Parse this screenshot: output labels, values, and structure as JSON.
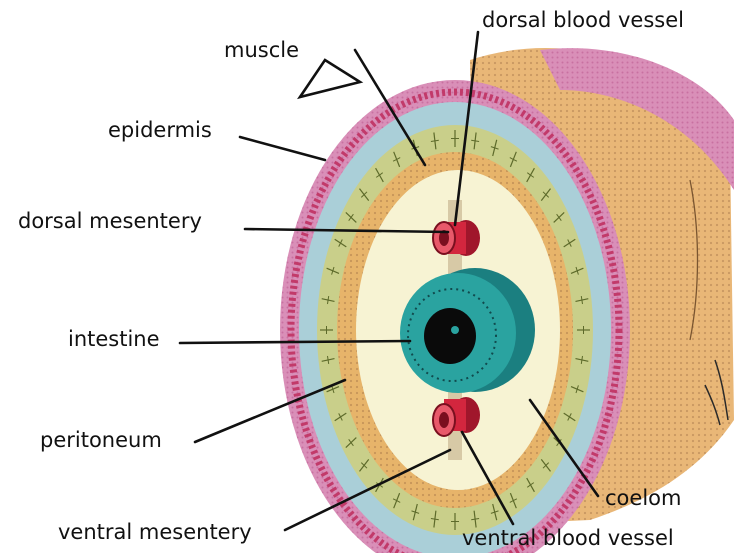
{
  "labels": {
    "dorsal_blood_vessel": "dorsal blood vessel",
    "muscle": "muscle",
    "epidermis": "epidermis",
    "dorsal_mesentery": "dorsal mesentery",
    "intestine": "intestine",
    "peritoneum": "peritoneum",
    "ventral_mesentery": "ventral mesentery",
    "coelom": "coelom",
    "ventral_blood_vessel": "ventral blood vessel"
  },
  "colors": {
    "epidermis": "#d98fb8",
    "epidermis_dots": "#c23a6a",
    "muscle_outer": "#aacfd8",
    "muscle_longitudinal": "#c9cf8a",
    "peritoneum": "#e7b46a",
    "coelom": "#f7f3d3",
    "intestine": "#2aa3a0",
    "blood_vessel": "#d3263e",
    "body_side": "#e9b777",
    "leader_line": "#111111"
  }
}
